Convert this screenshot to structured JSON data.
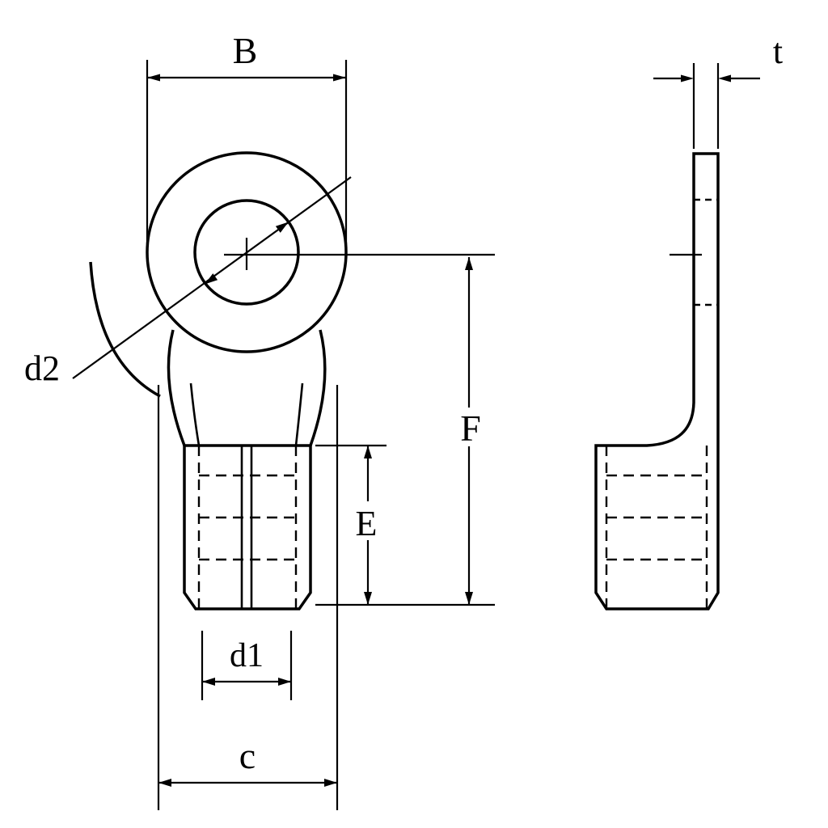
{
  "drawing": {
    "background_color": "#ffffff",
    "line_color": "#000000",
    "labels": {
      "B": "B",
      "t": "t",
      "d2": "d2",
      "F": "F",
      "E": "E",
      "d1": "d1",
      "c": "c"
    }
  }
}
